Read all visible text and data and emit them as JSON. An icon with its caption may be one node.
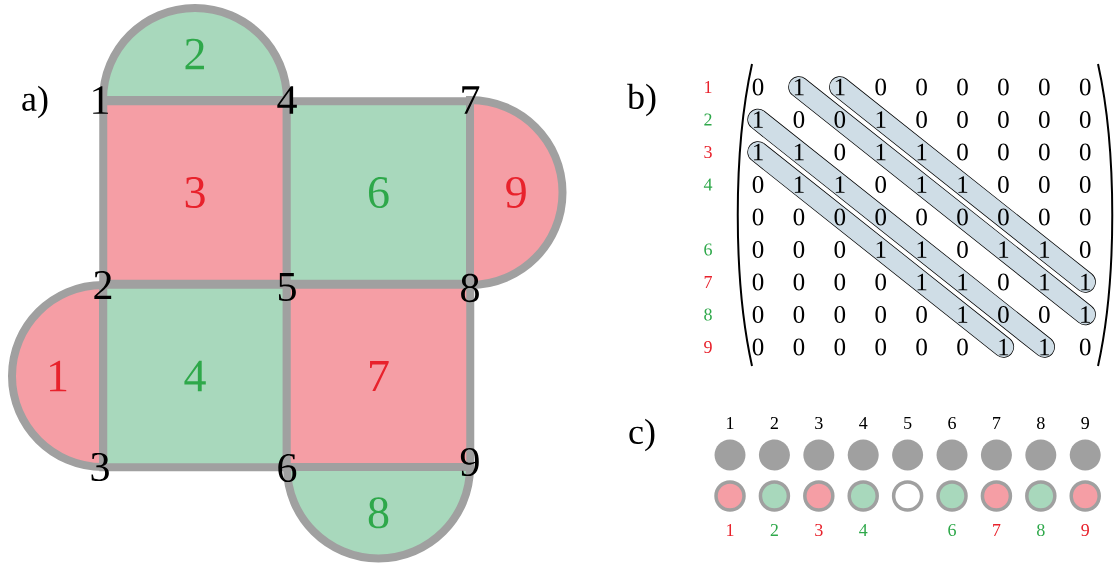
{
  "diagram": {
    "nodes": [
      {
        "text": [
          "1"
        ]
      },
      {
        "text": [
          "2"
        ]
      },
      {
        "text": [
          "3"
        ]
      },
      {
        "text": [
          "4"
        ]
      },
      {
        "text": [
          "6"
        ]
      },
      {
        "text": [
          "7"
        ]
      },
      {
        "text": [
          "8"
        ]
      },
      {
        "text": [
          "9"
        ]
      },
      {
        "text": [],
        "shape": "circle",
        "beside": [
          "1"
        ]
      },
      {
        "text": [],
        "shape": "circle",
        "beside": [
          "2"
        ]
      },
      {
        "text": [],
        "shape": "circle",
        "beside": [
          "3"
        ]
      },
      {
        "text": [],
        "shape": "circle",
        "beside": [
          "4"
        ]
      },
      {
        "text": [],
        "shape": "circle",
        "beside": [
          "5"
        ]
      },
      {
        "text": [],
        "shape": "circle",
        "beside": [
          "6"
        ]
      },
      {
        "text": [],
        "shape": "circle",
        "beside": [
          "7"
        ]
      },
      {
        "text": [],
        "shape": "circle",
        "beside": [
          "8"
        ]
      },
      {
        "text": [],
        "shape": "circle",
        "beside": [
          "9"
        ]
      },
      {
        "text": [],
        "shape": "circle",
        "beside": [
          "1"
        ]
      },
      {
        "text": [],
        "shape": "circle",
        "beside": [
          "2"
        ]
      },
      {
        "text": [],
        "shape": "circle",
        "beside": [
          "3"
        ]
      },
      {
        "text": [],
        "shape": "circle",
        "beside": [
          "4"
        ]
      },
      {
        "text": [],
        "shape": "circle"
      },
      {
        "text": [],
        "shape": "circle",
        "beside": [
          "6"
        ]
      },
      {
        "text": [],
        "shape": "circle",
        "beside": [
          "7"
        ]
      },
      {
        "text": [],
        "shape": "circle",
        "beside": [
          "8"
        ]
      },
      {
        "text": [],
        "shape": "circle",
        "beside": [
          "9"
        ]
      }
    ],
    "labels": [
      "a)",
      "1",
      "2",
      "3",
      "4",
      "5",
      "6",
      "7",
      "8",
      "9",
      "b)",
      "1",
      "2",
      "3",
      "4",
      "6",
      "7",
      "8",
      "9",
      "0",
      "1",
      "1",
      "0",
      "0",
      "0",
      "0",
      "0",
      "0",
      "1",
      "0",
      "0",
      "1",
      "0",
      "0",
      "0",
      "0",
      "0",
      "1",
      "1",
      "0",
      "1",
      "1",
      "0",
      "0",
      "0",
      "0",
      "0",
      "1",
      "1",
      "0",
      "1",
      "1",
      "0",
      "0",
      "0",
      "0",
      "0",
      "0",
      "0",
      "0",
      "0",
      "0",
      "0",
      "0",
      "0",
      "0",
      "0",
      "1",
      "1",
      "0",
      "1",
      "1",
      "0",
      "0",
      "0",
      "0",
      "0",
      "1",
      "1",
      "0",
      "1",
      "1",
      "0",
      "0",
      "0",
      "0",
      "0",
      "1",
      "0",
      "0",
      "1",
      "0",
      "0",
      "0",
      "0",
      "0",
      "0",
      "1",
      "1",
      "0",
      "c)"
    ]
  }
}
